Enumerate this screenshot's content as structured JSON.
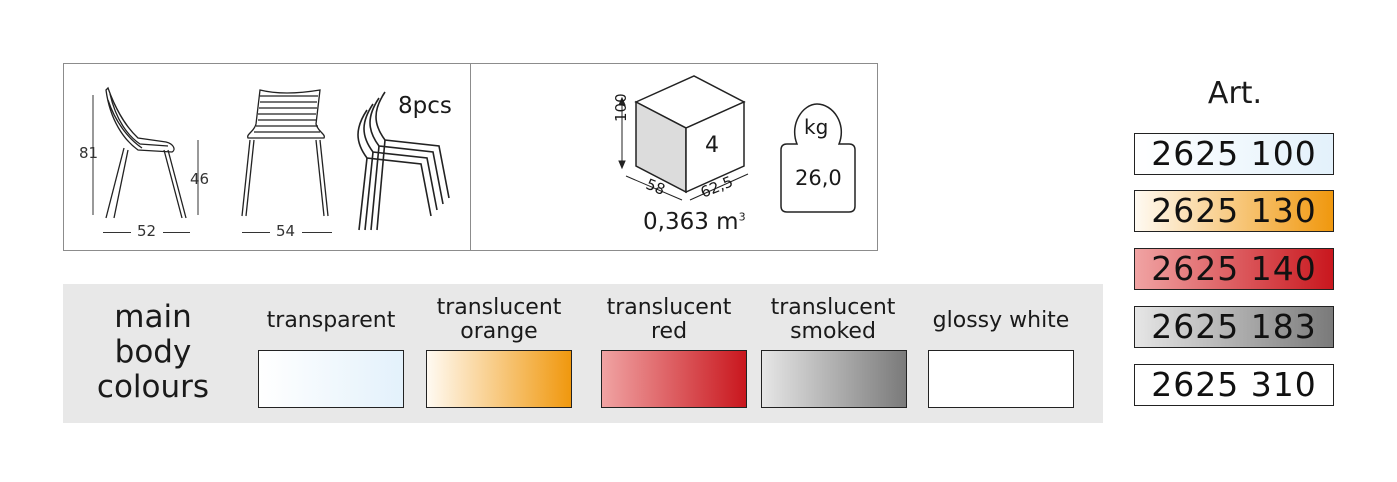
{
  "dimensions": {
    "seat_height_total": "81",
    "seat_height": "46",
    "side_width": "52",
    "front_width": "54",
    "stack_count": "8pcs"
  },
  "package": {
    "height": "100",
    "depth": "58",
    "width": "62,5",
    "quantity": "4",
    "volume": "0,363",
    "volume_unit": "m",
    "volume_exp": "3",
    "weight_unit": "kg",
    "weight": "26,0"
  },
  "colours": {
    "title_lines": [
      "main",
      "body",
      "colours"
    ],
    "items": [
      {
        "label": [
          "transparent"
        ],
        "gradient": [
          "#ffffff",
          "#e3f1fb"
        ]
      },
      {
        "label": [
          "translucent",
          "orange"
        ],
        "gradient": [
          "#fffaf2",
          "#f0980e"
        ]
      },
      {
        "label": [
          "translucent",
          "red"
        ],
        "gradient": [
          "#f0a3a3",
          "#c9171e"
        ]
      },
      {
        "label": [
          "translucent",
          "smoked"
        ],
        "gradient": [
          "#e6e6e6",
          "#7a7a7a"
        ]
      },
      {
        "label": [
          "glossy white"
        ],
        "gradient": [
          "#ffffff",
          "#ffffff"
        ]
      }
    ]
  },
  "articles": {
    "title": "Art.",
    "items": [
      {
        "code": "2625 100",
        "gradient": [
          "#ffffff",
          "#e3f1fb"
        ]
      },
      {
        "code": "2625 130",
        "gradient": [
          "#fffaf2",
          "#f0980e"
        ]
      },
      {
        "code": "2625 140",
        "gradient": [
          "#f0a3a3",
          "#c9171e"
        ]
      },
      {
        "code": "2625 183",
        "gradient": [
          "#e6e6e6",
          "#7a7a7a"
        ]
      },
      {
        "code": "2625 310",
        "gradient": [
          "#ffffff",
          "#ffffff"
        ]
      }
    ]
  }
}
